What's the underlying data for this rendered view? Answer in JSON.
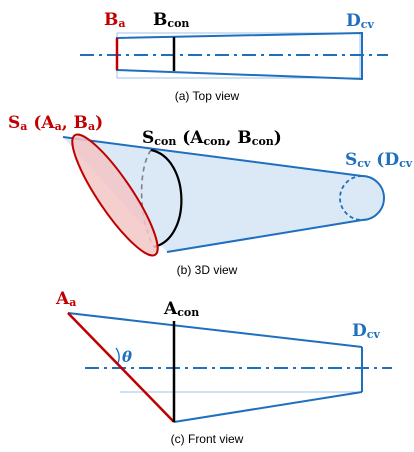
{
  "top_view": {
    "caption": "(a) Top view",
    "label_ba_main": "B",
    "label_ba_sub": "a",
    "label_bcon_main": "B",
    "label_bcon_sub": "con",
    "label_dcv_main": "D",
    "label_dcv_sub": "cv"
  },
  "view_3d": {
    "caption": "(b) 3D view",
    "label_sa_1": "S",
    "label_sa_2": "a",
    "label_sa_3": " (A",
    "label_sa_4": "a",
    "label_sa_5": ", B",
    "label_sa_6": "a",
    "label_sa_7": ")",
    "label_scon_1": "S",
    "label_scon_2": "con",
    "label_scon_3": " (A",
    "label_scon_4": "con",
    "label_scon_5": ", B",
    "label_scon_6": "con",
    "label_scon_7": ")",
    "label_scv_1": "S",
    "label_scv_2": "cv",
    "label_scv_3": " (D",
    "label_scv_4": "cv"
  },
  "front_view": {
    "caption": "(c) Front view",
    "label_aa_main": "A",
    "label_aa_sub": "a",
    "label_acon_main": "A",
    "label_acon_sub": "con",
    "label_dcv_main": "D",
    "label_dcv_sub": "cv",
    "angle_symbol": "θ"
  },
  "colors": {
    "accent_red": "#c00000",
    "accent_blue": "#1f6fbf",
    "fill_light_blue": "#dbe9f7",
    "fill_light_red": "#f3c6c6"
  }
}
